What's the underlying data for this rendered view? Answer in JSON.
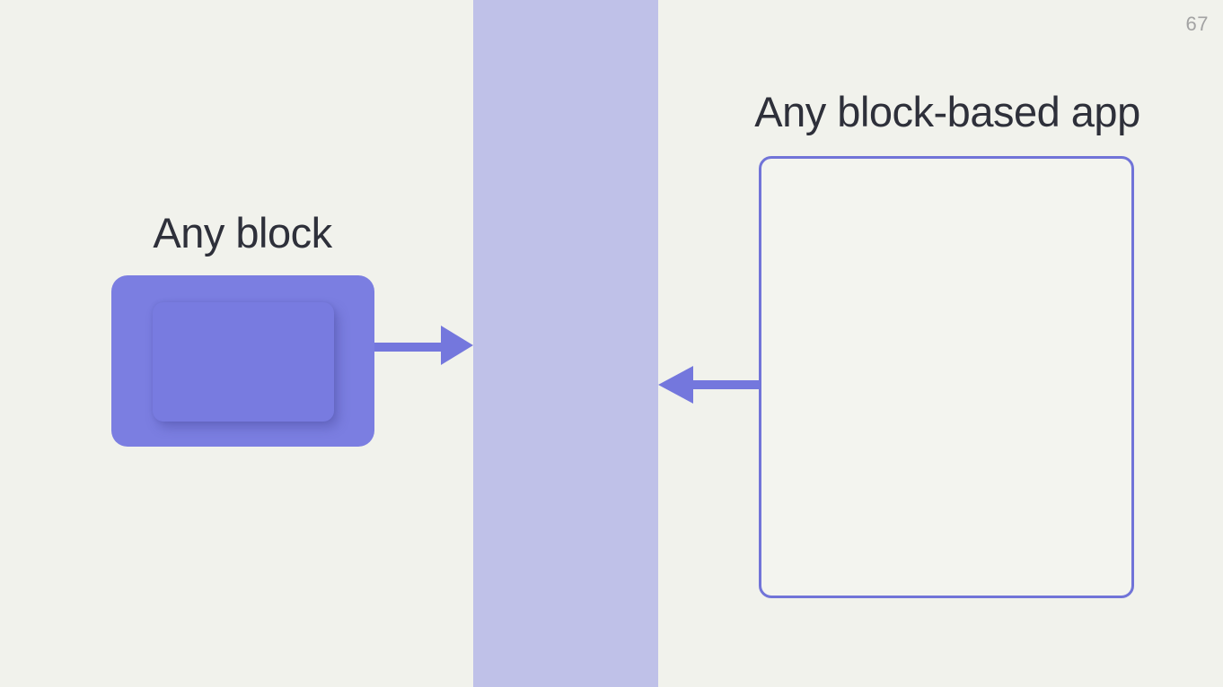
{
  "slide": {
    "page_number": "67"
  },
  "left": {
    "label": "Any block"
  },
  "right": {
    "label": "Any block-based app"
  },
  "colors": {
    "background": "#f1f2ec",
    "band": "#bfc1e8",
    "block": "#7b7ee1",
    "block-inner": "#787be0",
    "arrow": "#7477dd",
    "frame-border": "#7174d8",
    "frame-fill": "#f3f4ef",
    "heading-text": "#2e303a",
    "page-number": "#a3a3a3"
  }
}
